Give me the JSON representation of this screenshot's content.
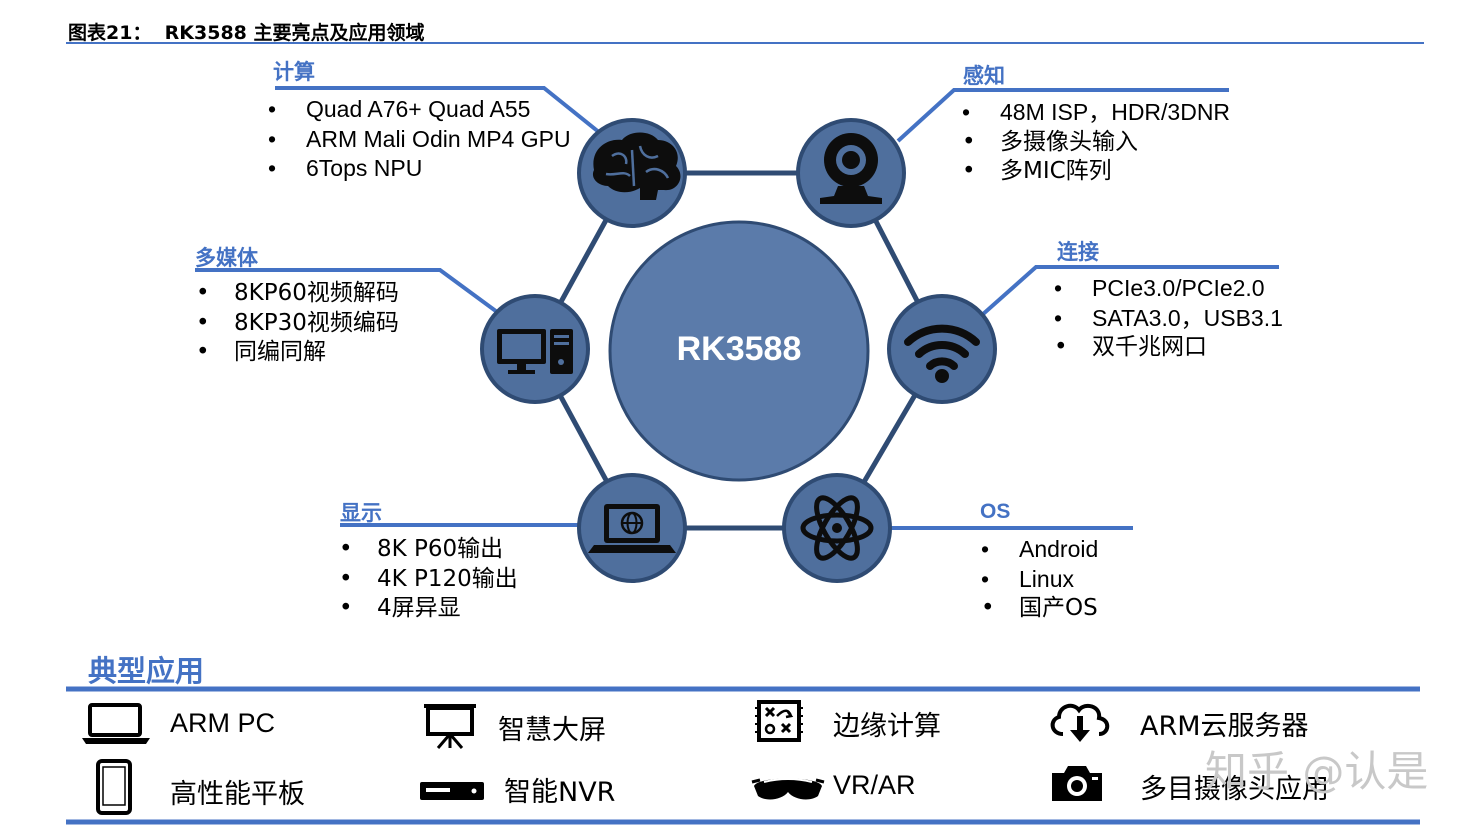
{
  "header": {
    "title": "图表21：  RK3588 主要亮点及应用领域"
  },
  "center": {
    "label": "RK3588"
  },
  "colors": {
    "accent": "#4472c4",
    "node_fill": "#4f6f9d",
    "node_stroke": "#2f4b73",
    "center_fill": "#5b7baa"
  },
  "sections": {
    "compute": {
      "title": "计算",
      "icon": "brain-icon",
      "items": [
        "Quad A76+ Quad A55",
        "ARM Mali Odin MP4 GPU",
        "6Tops NPU"
      ]
    },
    "perception": {
      "title": "感知",
      "icon": "webcam-icon",
      "items": [
        "48M ISP，HDR/3DNR",
        "多摄像头输入",
        "多MIC阵列"
      ]
    },
    "multimedia": {
      "title": "多媒体",
      "icon": "desktop-computer-icon",
      "items": [
        "8KP60视频解码",
        "8KP30视频编码",
        "同编同解"
      ]
    },
    "connectivity": {
      "title": "连接",
      "icon": "wifi-icon",
      "items": [
        "PCIe3.0/PCIe2.0",
        "SATA3.0，USB3.1",
        "双千兆网口"
      ]
    },
    "display": {
      "title": "显示",
      "icon": "laptop-globe-icon",
      "items": [
        "8K P60输出",
        "4K P120输出",
        "4屏异显"
      ]
    },
    "os": {
      "title": "OS",
      "icon": "atom-icon",
      "items": [
        "Android",
        "Linux",
        "国产OS"
      ]
    }
  },
  "applications": {
    "title": "典型应用",
    "items": [
      {
        "label": "ARM PC",
        "icon": "laptop-icon"
      },
      {
        "label": "智慧大屏",
        "icon": "presentation-board-icon"
      },
      {
        "label": "边缘计算",
        "icon": "strategy-board-icon"
      },
      {
        "label": "ARM云服务器",
        "icon": "cloud-download-icon"
      },
      {
        "label": "高性能平板",
        "icon": "tablet-icon"
      },
      {
        "label": "智能NVR",
        "icon": "nvr-device-icon"
      },
      {
        "label": "VR/AR",
        "icon": "vr-headset-icon"
      },
      {
        "label": "多目摄像头应用",
        "icon": "camera-icon"
      }
    ]
  },
  "watermark": "知乎 @认是"
}
